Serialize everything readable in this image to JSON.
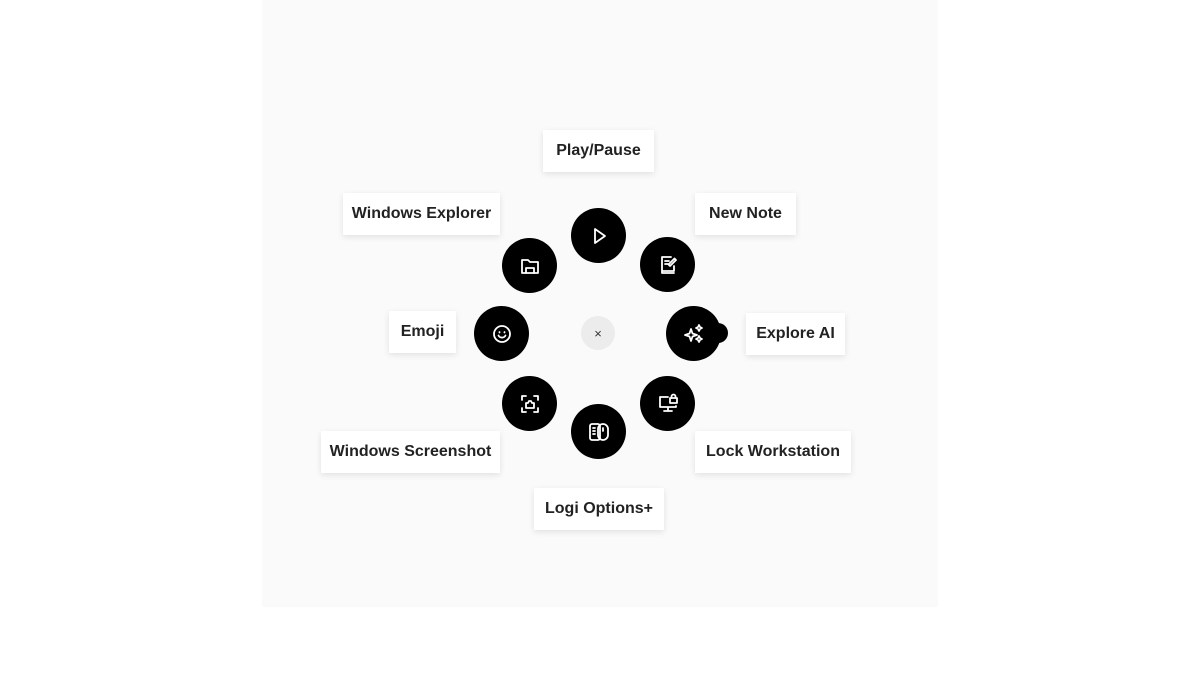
{
  "close_label": "×",
  "actions": [
    {
      "id": "play-pause",
      "label": "Play/Pause",
      "icon": "play-icon"
    },
    {
      "id": "new-note",
      "label": "New Note",
      "icon": "note-edit-icon"
    },
    {
      "id": "explore-ai",
      "label": "Explore AI",
      "icon": "sparkles-icon"
    },
    {
      "id": "lock-workstation",
      "label": "Lock Workstation",
      "icon": "monitor-lock-icon"
    },
    {
      "id": "logi-options",
      "label": "Logi Options+",
      "icon": "mouse-icon"
    },
    {
      "id": "windows-screenshot",
      "label": "Windows Screenshot",
      "icon": "screenshot-icon"
    },
    {
      "id": "emoji",
      "label": "Emoji",
      "icon": "smiley-icon"
    },
    {
      "id": "windows-explorer",
      "label": "Windows Explorer",
      "icon": "folder-icon"
    }
  ]
}
